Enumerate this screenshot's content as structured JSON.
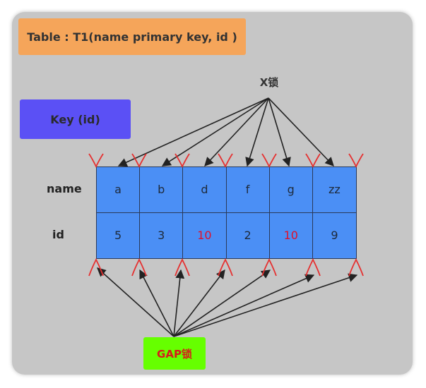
{
  "title": "Table : T1(name  primary  key, id )",
  "key_label": "Key  (id)",
  "x_lock_label": "X锁",
  "gap_lock_label": "GAP锁",
  "row_labels": {
    "name": "name",
    "id": "id"
  },
  "columns": [
    {
      "name": "a",
      "id": "5",
      "id_highlight": false
    },
    {
      "name": "b",
      "id": "3",
      "id_highlight": false
    },
    {
      "name": "d",
      "id": "10",
      "id_highlight": true
    },
    {
      "name": "f",
      "id": "2",
      "id_highlight": false
    },
    {
      "name": "g",
      "id": "10",
      "id_highlight": true
    },
    {
      "name": "zz",
      "id": "9",
      "id_highlight": false
    }
  ],
  "colors": {
    "panel": "#c6c6c6",
    "title_box": "#f5a55a",
    "key_box": "#5b50f5",
    "gap_box": "#66ff00",
    "gap_text": "#d81b1b",
    "cell": "#4b8ff5",
    "highlight_text": "#e0102a",
    "gap_marker": "#e53030"
  }
}
